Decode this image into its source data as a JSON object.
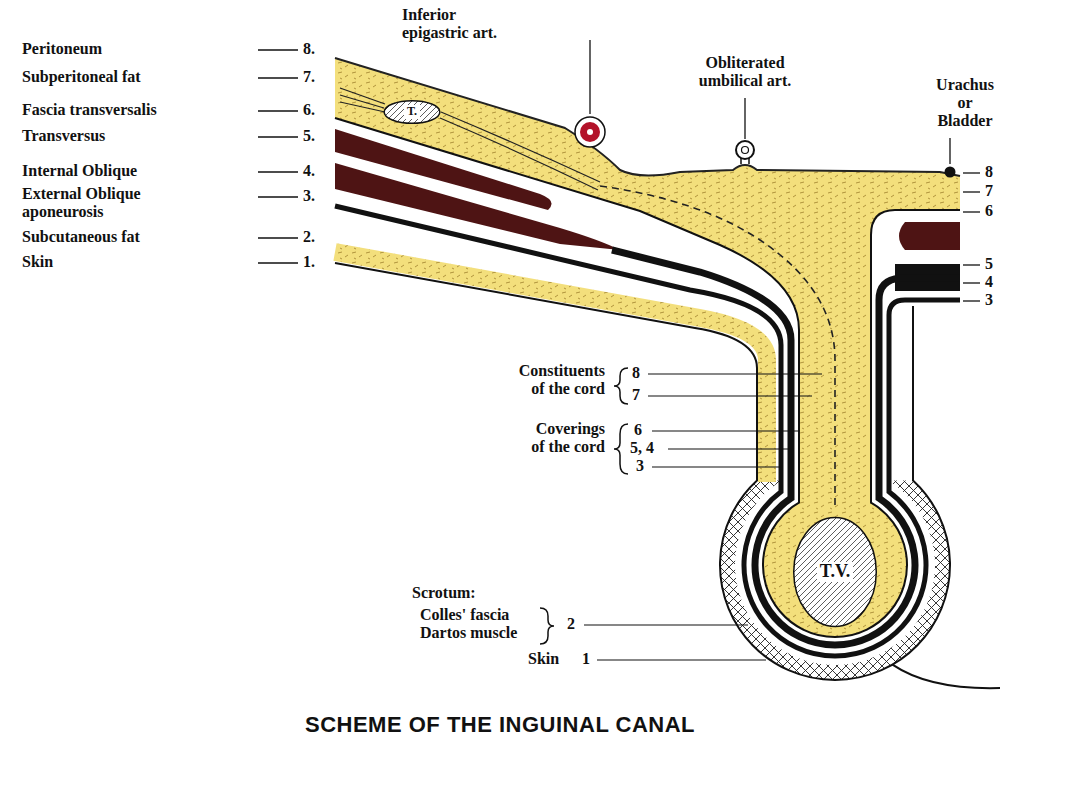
{
  "diagram": {
    "caption": "SCHEME OF THE INGUINAL CANAL",
    "nodes": [
      {
        "text": [
          "T."
        ]
      },
      {
        "text": [
          "T.V."
        ]
      }
    ],
    "labels": [
      "Peritoneum",
      "8.",
      "Subperitoneal fat",
      "7.",
      "Fascia transversalis",
      "6.",
      "Transversus",
      "5.",
      "Internal Oblique",
      "4.",
      "External Oblique aponeurosis",
      "3.",
      "Subcutaneous fat",
      "2.",
      "Skin",
      "1.",
      "Inferior epigastric art.",
      "Obliterated umbilical art.",
      "Urachus or Bladder",
      "8",
      "7",
      "6",
      "5",
      "4",
      "3",
      "Constituents of the cord",
      "8",
      "7",
      "Coverings of the cord",
      "6",
      "5, 4",
      "3",
      "Scrotum:",
      "Colles' fascia",
      "Dartos muscle",
      "2",
      "Skin",
      "1"
    ]
  }
}
